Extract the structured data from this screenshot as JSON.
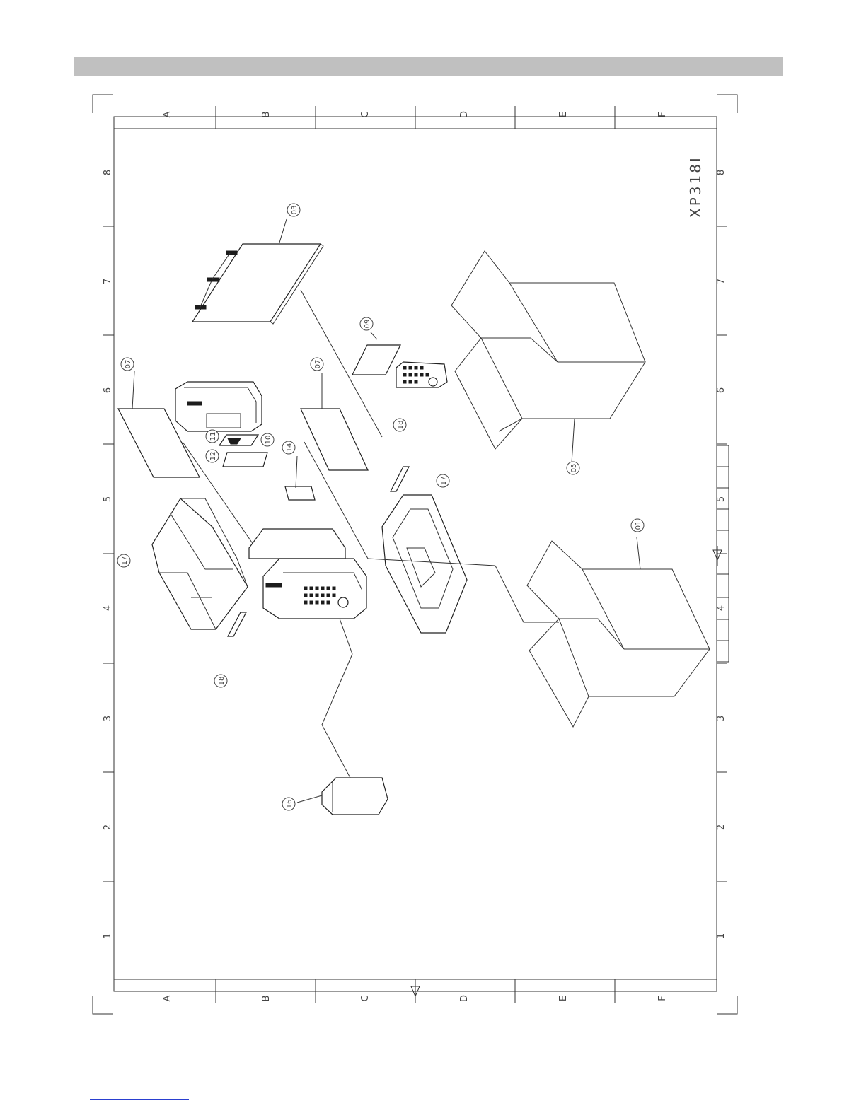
{
  "drawing": {
    "model": "XP318I",
    "column_letters": [
      "A",
      "B",
      "C",
      "D",
      "E",
      "F"
    ],
    "row_numbers": [
      "8",
      "7",
      "6",
      "5",
      "4",
      "3",
      "2",
      "1"
    ],
    "part_callouts": [
      {
        "id": "03",
        "label": "03"
      },
      {
        "id": "05",
        "label": "05"
      },
      {
        "id": "07a",
        "label": "07"
      },
      {
        "id": "07b",
        "label": "07"
      },
      {
        "id": "09",
        "label": "09"
      },
      {
        "id": "10",
        "label": "10"
      },
      {
        "id": "11",
        "label": "11"
      },
      {
        "id": "12",
        "label": "12"
      },
      {
        "id": "14",
        "label": "14"
      },
      {
        "id": "16",
        "label": "16"
      },
      {
        "id": "17a",
        "label": "17"
      },
      {
        "id": "17b",
        "label": "17"
      },
      {
        "id": "18a",
        "label": "18"
      },
      {
        "id": "18b",
        "label": "18"
      },
      {
        "id": "01",
        "label": "01"
      }
    ]
  }
}
